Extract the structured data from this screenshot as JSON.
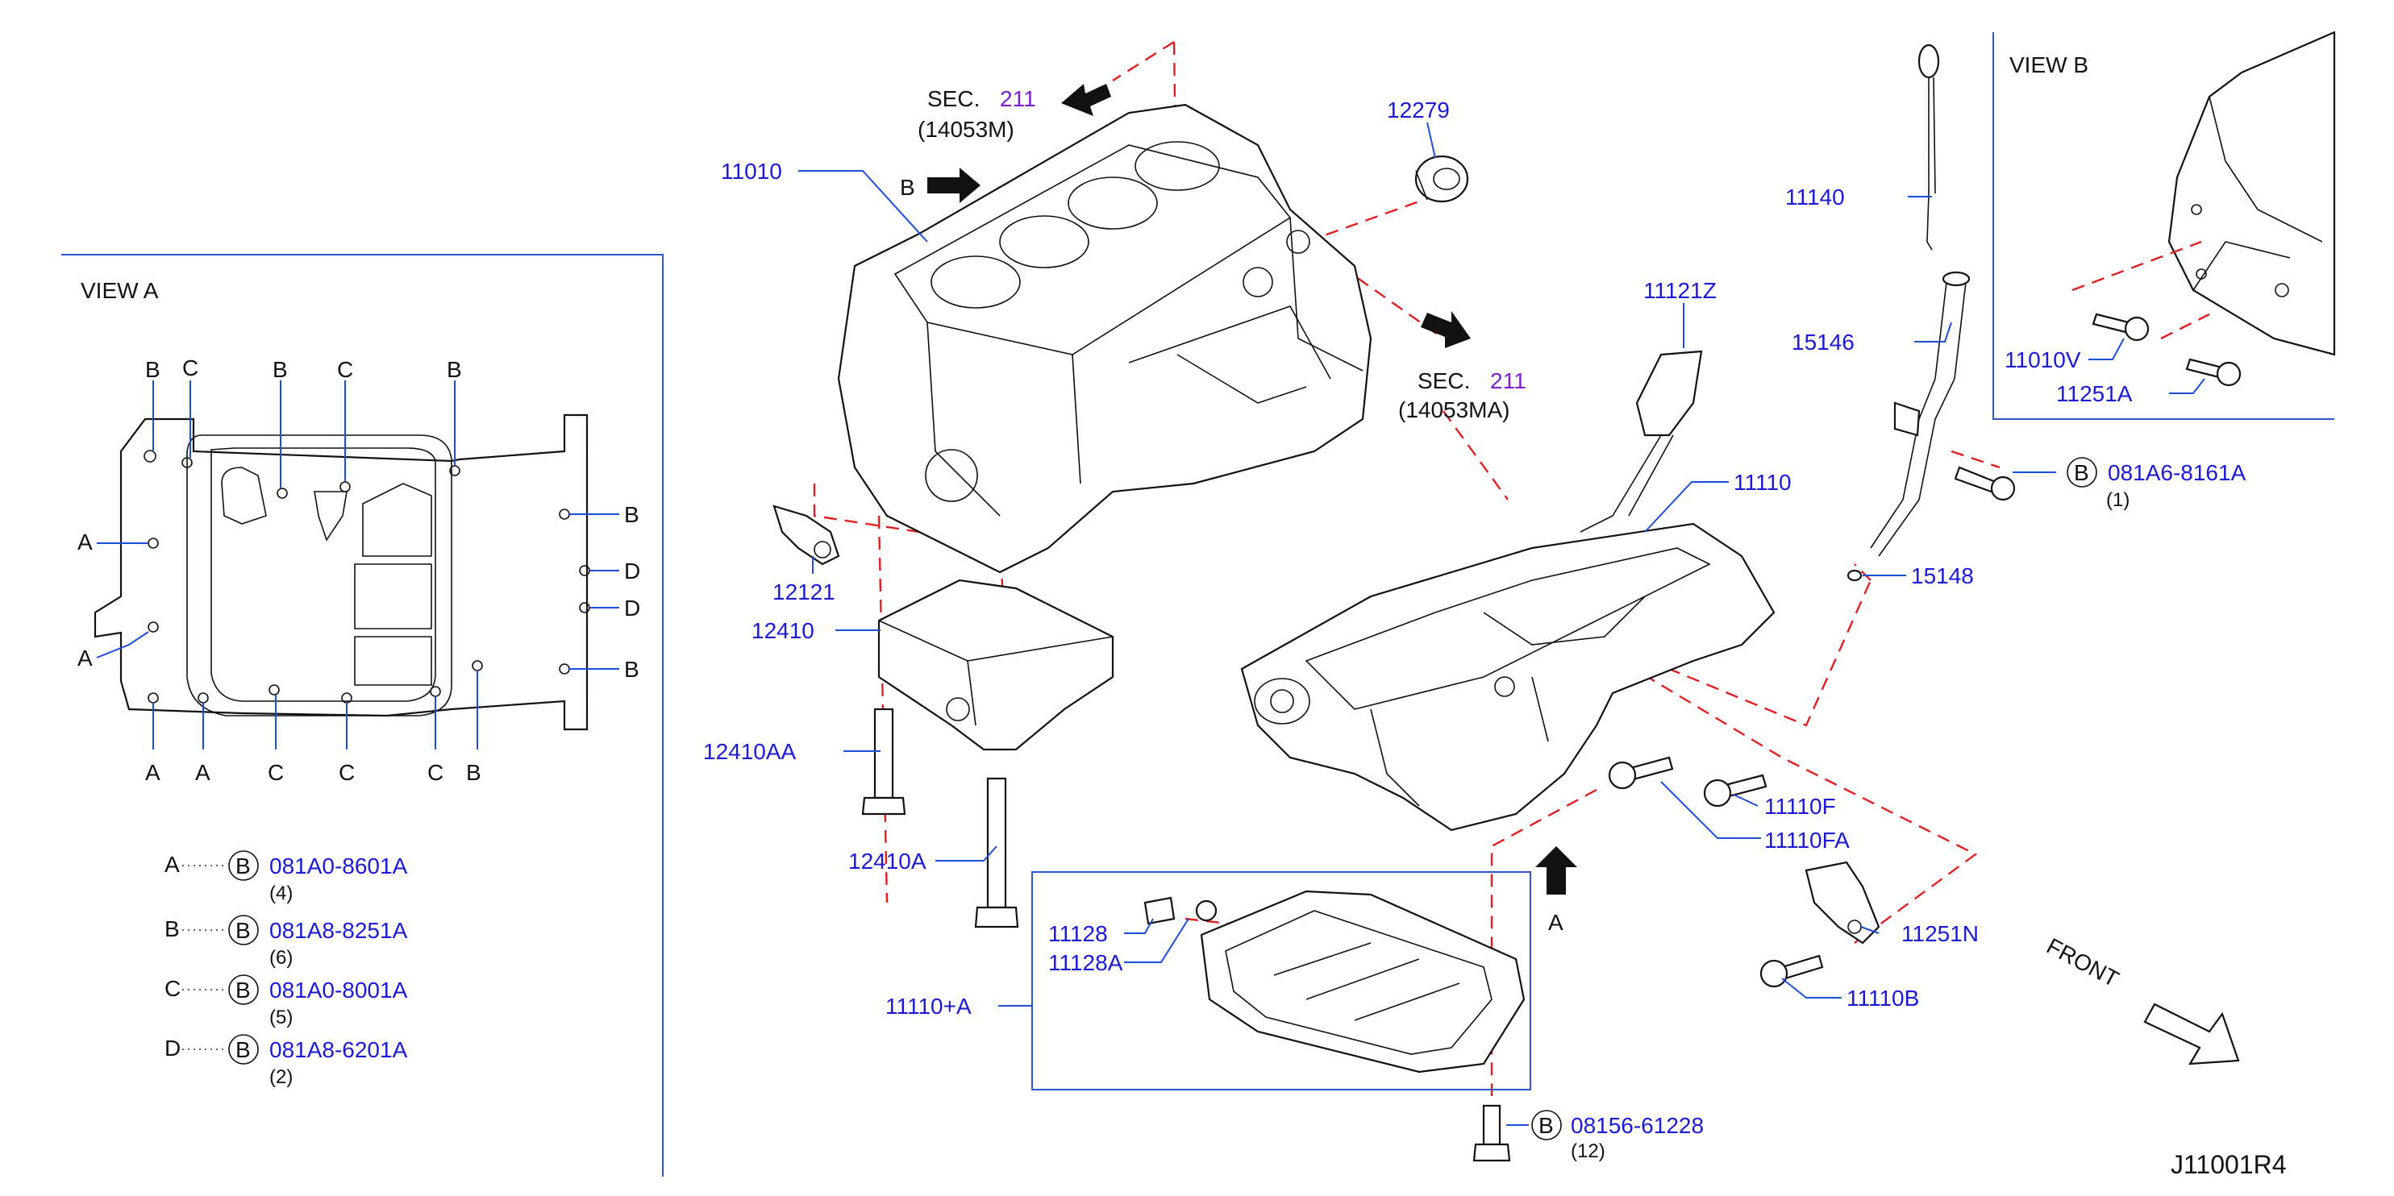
{
  "view_a": {
    "title": "VIEW   A",
    "letters": [
      "B",
      "C",
      "B",
      "C",
      "B",
      "A",
      "A",
      "B",
      "D",
      "D",
      "B",
      "A",
      "A",
      "C",
      "C",
      "C",
      "B"
    ],
    "legend": [
      {
        "letter": "A",
        "circle": "B",
        "part": "081A0-8601A",
        "qty": "(4)"
      },
      {
        "letter": "B",
        "circle": "B",
        "part": "081A8-8251A",
        "qty": "(6)"
      },
      {
        "letter": "C",
        "circle": "B",
        "part": "081A0-8001A",
        "qty": "(5)"
      },
      {
        "letter": "D",
        "circle": "B",
        "part": "081A8-6201A",
        "qty": "(2)"
      }
    ]
  },
  "view_b": {
    "title": "VIEW   B",
    "labels": [
      "11010V",
      "11251A"
    ]
  },
  "sections": [
    {
      "prefix": "SEC.",
      "num": "211",
      "ref": "(14053M)"
    },
    {
      "prefix": "SEC.",
      "num": "211",
      "ref": "(14053MA)"
    }
  ],
  "arrows": {
    "b": "B",
    "a": "A"
  },
  "parts": {
    "p11010": "11010",
    "p12279": "12279",
    "p12121": "12121",
    "p12410": "12410",
    "p12410AA": "12410AA",
    "p12410A": "12410A",
    "p11121Z": "11121Z",
    "p11110": "11110",
    "p11140": "11140",
    "p15146": "15146",
    "p15148": "15148",
    "p11110F": "11110F",
    "p11110FA": "11110FA",
    "p11251N": "11251N",
    "p11110B": "11110B",
    "p11128": "11128",
    "p11128A": "11128A",
    "p11110A": "11110+A"
  },
  "bolts": [
    {
      "circle": "B",
      "part": "081A6-8161A",
      "qty": "(1)"
    },
    {
      "circle": "B",
      "part": "08156-61228",
      "qty": "(12)"
    }
  ],
  "front_label": "FRONT",
  "diagram_code": "J11001R4",
  "colors": {
    "part_number": "#1a1ad6",
    "section": "#7a1fd6",
    "dashed_guide": "#e02020",
    "frame": "#3355cc"
  }
}
